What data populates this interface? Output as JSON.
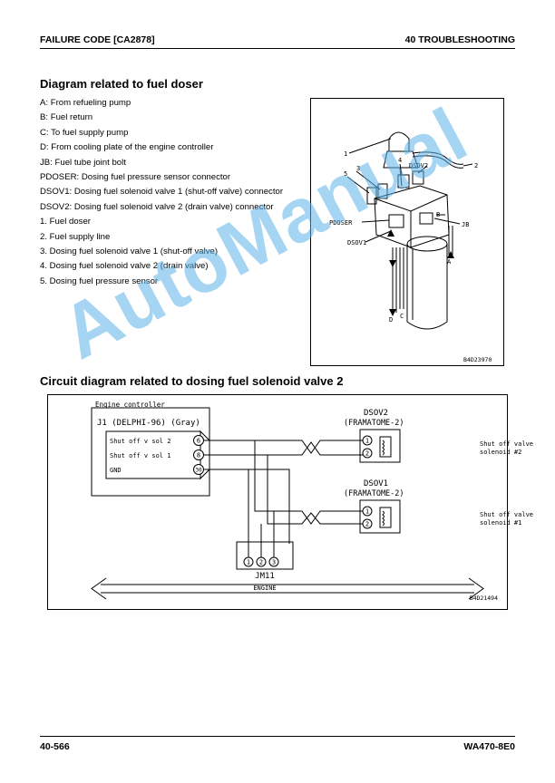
{
  "header": {
    "left": "FAILURE CODE [CA2878]",
    "right": "40 TROUBLESHOOTING"
  },
  "section1": {
    "title": "Diagram related to fuel doser",
    "legend": [
      "A: From refueling pump",
      "B: Fuel return",
      "C: To fuel supply pump",
      "D: From cooling plate of the engine controller",
      "JB: Fuel tube joint bolt",
      "PDOSER: Dosing fuel pressure sensor connector",
      "DSOV1: Dosing fuel solenoid valve 1 (shut-off valve) connector",
      "DSOV2: Dosing fuel solenoid valve 2 (drain valve) connector",
      "1. Fuel doser",
      "2. Fuel supply line",
      "3. Dosing fuel solenoid valve 1 (shut-off valve)",
      "4. Dosing fuel solenoid valve 2 (drain valve)",
      "5. Dosing fuel pressure sensor"
    ],
    "figure": {
      "labels": {
        "n1": "1",
        "n2": "2",
        "n3": "3",
        "n4": "4",
        "n5": "5",
        "dsov2": "DSOV2",
        "pdoser": "PDOSER",
        "dsov1": "DSOV1",
        "jb": "JB",
        "a": "A",
        "b": "B",
        "c": "C",
        "d": "D"
      },
      "code": "B4D23970"
    }
  },
  "section2": {
    "title": "Circuit diagram related to dosing fuel solenoid valve 2",
    "circuit": {
      "controller": "Engine controller",
      "connector": "J1 (DELPHI-96) (Gray)",
      "pins": [
        {
          "label": "Shut off v sol 2",
          "num": "6"
        },
        {
          "label": "Shut off v sol 1",
          "num": "8"
        },
        {
          "label": "GND",
          "num": "30"
        }
      ],
      "dsov2": {
        "name": "DSOV2",
        "type": "(FRAMATOME-2)",
        "desc1": "Shut off valve",
        "desc2": "solenoid #2"
      },
      "dsov1": {
        "name": "DSOV1",
        "type": "(FRAMATOME-2)",
        "desc1": "Shut off valve",
        "desc2": "solenoid #1"
      },
      "pin1": "1",
      "pin2": "2",
      "jm": {
        "name": "JM11",
        "pins": [
          "1",
          "2",
          "3"
        ]
      },
      "engine": "ENGINE",
      "code": "B4D21494"
    }
  },
  "watermark": "AutoManual",
  "footer": {
    "left": "40-566",
    "right": "WA470-8E0"
  }
}
